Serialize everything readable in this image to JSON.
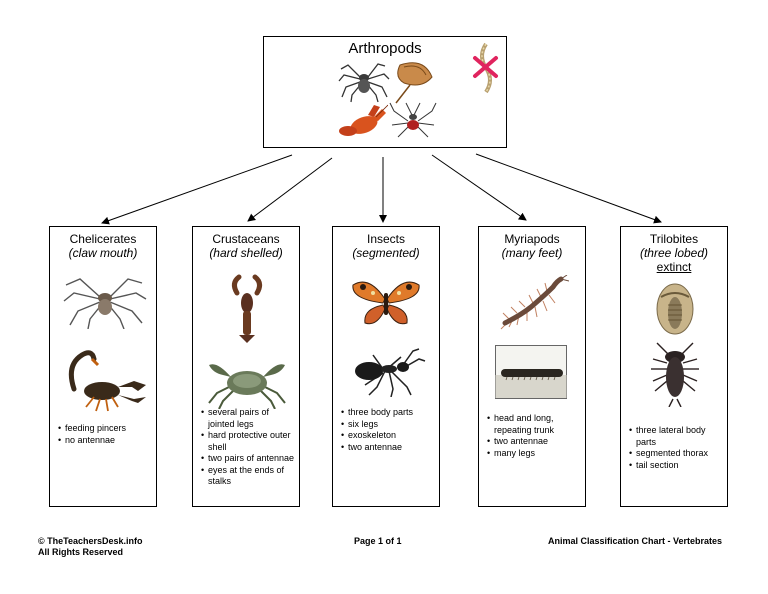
{
  "root": {
    "title": "Arthropods",
    "icons": [
      "spider-icon",
      "horseshoe-crab-icon",
      "crossed-out-worm-icon",
      "lobster-icon",
      "insect-icon"
    ]
  },
  "categories": [
    {
      "title": "Chelicerates",
      "subtitle": "(claw mouth)",
      "extra": "",
      "icons": [
        "spider-icon",
        "scorpion-icon"
      ],
      "facts": [
        "feeding pincers",
        "no antennae"
      ]
    },
    {
      "title": "Crustaceans",
      "subtitle": "(hard shelled)",
      "extra": "",
      "icons": [
        "lobster-icon",
        "crab-icon"
      ],
      "facts": [
        "several pairs of jointed legs",
        "hard protective outer shell",
        "two pairs of antennae",
        "eyes at the ends of stalks"
      ]
    },
    {
      "title": "Insects",
      "subtitle": "(segmented)",
      "extra": "",
      "icons": [
        "butterfly-icon",
        "ant-icon"
      ],
      "facts": [
        "three body parts",
        "six legs",
        "exoskeleton",
        "two antennae"
      ]
    },
    {
      "title": "Myriapods",
      "subtitle": "(many feet)",
      "extra": "",
      "icons": [
        "centipede-icon",
        "millipede-icon"
      ],
      "facts": [
        "head and long, repeating trunk",
        "two antennae",
        "many legs"
      ]
    },
    {
      "title": "Trilobites",
      "subtitle": "(three lobed)",
      "extra": "extinct",
      "icons": [
        "trilobite-fossil-icon",
        "trilobite-icon"
      ],
      "facts": [
        "three lateral body parts",
        "segmented thorax",
        "tail section"
      ]
    }
  ],
  "footer": {
    "left_line1": "© TheTeachersDesk.info",
    "left_line2": "All Rights Reserved",
    "center": "Page 1 of 1",
    "right": "Animal Classification Chart - Vertebrates"
  },
  "colors": {
    "line": "#000000",
    "lobster": "#d9531e",
    "butterfly": "#e07a2a",
    "shell": "#b89a6a",
    "dark": "#2a2a2a",
    "crossout": "#e0245e"
  }
}
